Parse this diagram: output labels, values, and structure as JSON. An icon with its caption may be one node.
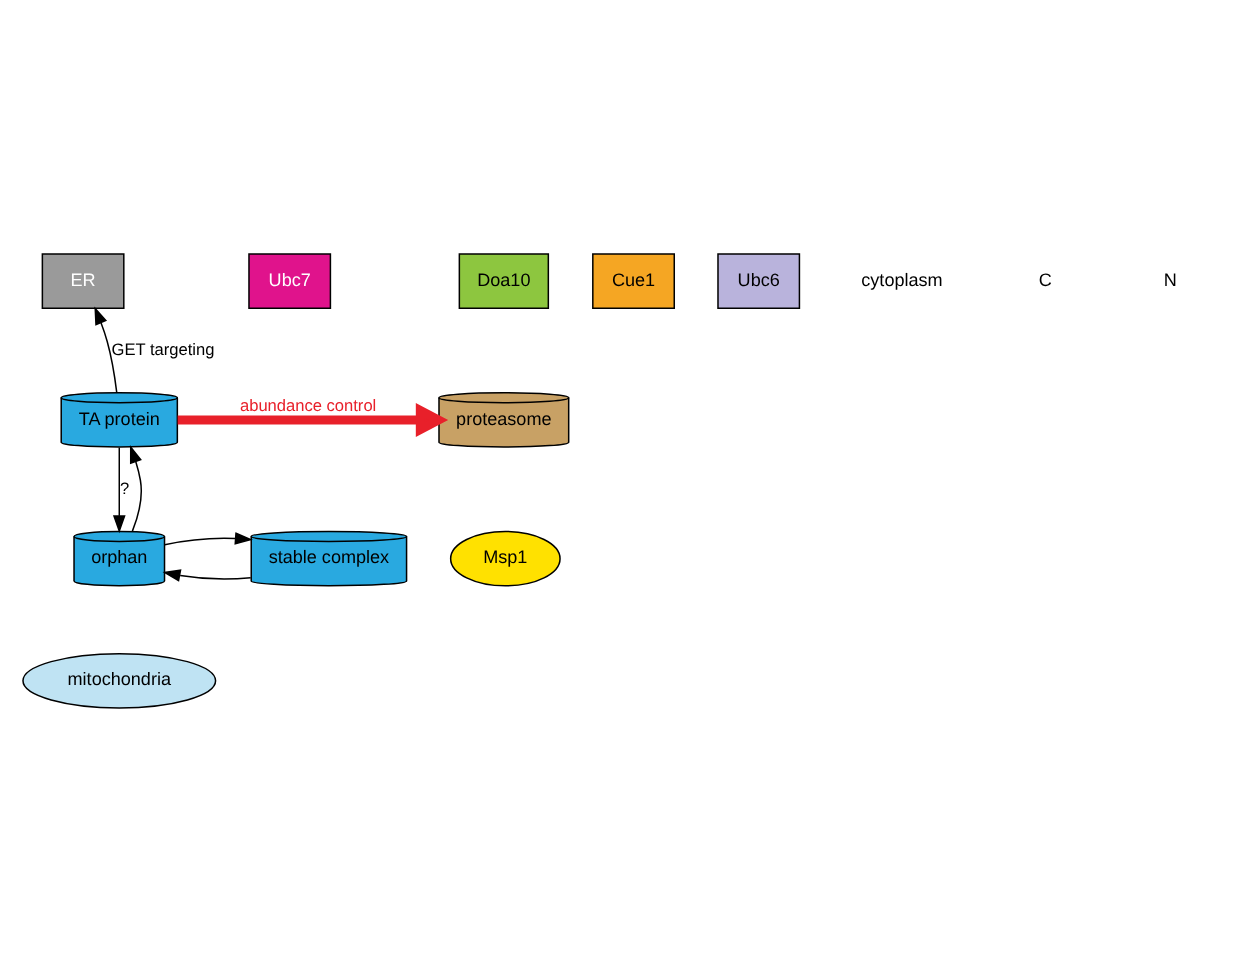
{
  "diagram": {
    "nodes": [
      {
        "text": [
          "ER"
        ]
      },
      {
        "text": [
          "Cue1"
        ]
      },
      {
        "text": [
          "Ubc7"
        ]
      },
      {
        "text": [
          "Ubc6"
        ]
      },
      {
        "text": [
          "Doa10"
        ]
      },
      {
        "text": [
          "TA protein"
        ]
      },
      {
        "text": [
          "proteasome"
        ]
      },
      {
        "text": [
          "orphan"
        ]
      },
      {
        "text": [
          "Msp1"
        ]
      },
      {
        "text": [
          "stable complex"
        ]
      },
      {
        "text": [
          "mitochondria"
        ]
      }
    ],
    "edges": [
      {
        "from": 5,
        "to": 0,
        "arrow": "to",
        "label": "GET targeting"
      },
      {
        "from": 5,
        "to": 6,
        "arrow": "to",
        "label": "abundance control",
        "style": "thick",
        "color": "#e8202a"
      },
      {
        "from": 5,
        "to": 7,
        "arrow": "to",
        "label": "?"
      },
      {
        "from": 7,
        "to": 5,
        "arrow": "to"
      },
      {
        "from": 9,
        "to": 7,
        "arrow": "to"
      },
      {
        "from": 7,
        "to": 9,
        "arrow": "to"
      }
    ],
    "labels": [
      "cytoplasm",
      "C",
      "N"
    ]
  }
}
